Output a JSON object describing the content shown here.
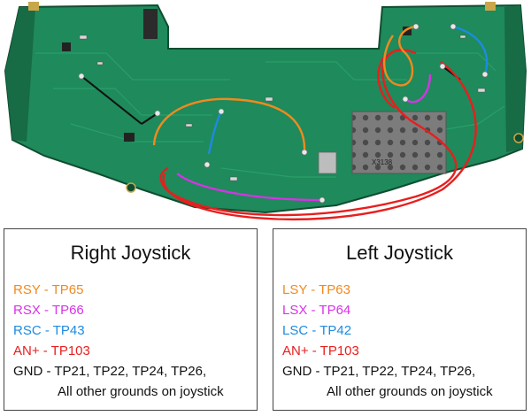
{
  "right_panel": {
    "title": "Right Joystick",
    "rows": [
      {
        "text": "RSY - TP65",
        "color": "#f08a1f"
      },
      {
        "text": "RSX - TP66",
        "color": "#d633e6"
      },
      {
        "text": "RSC - TP43",
        "color": "#1d8be0"
      },
      {
        "text": "AN+ - TP103",
        "color": "#e81e1e"
      },
      {
        "text": "GND - TP21, TP22, TP24, TP26,",
        "color": "#111111"
      },
      {
        "text": "All other grounds on joystick",
        "color": "#111111"
      }
    ]
  },
  "left_panel": {
    "title": "Left Joystick",
    "rows": [
      {
        "text": "LSY - TP63",
        "color": "#f08a1f"
      },
      {
        "text": "LSX - TP64",
        "color": "#d633e6"
      },
      {
        "text": "LSC - TP42",
        "color": "#1d8be0"
      },
      {
        "text": "AN+ - TP103",
        "color": "#e81e1e"
      },
      {
        "text": "GND - TP21, TP22, TP24, TP26,",
        "color": "#111111"
      },
      {
        "text": "All other grounds on joystick",
        "color": "#111111"
      }
    ]
  },
  "board_labels": {
    "shield_marking": "X3138"
  },
  "colors": {
    "pcb": "#1f8a5b",
    "pcb_dark": "#176b45",
    "orange_wire": "#f08a1f",
    "magenta_wire": "#d633e6",
    "blue_wire": "#1d8be0",
    "red_wire": "#e81e1e",
    "black_wire": "#111111"
  }
}
